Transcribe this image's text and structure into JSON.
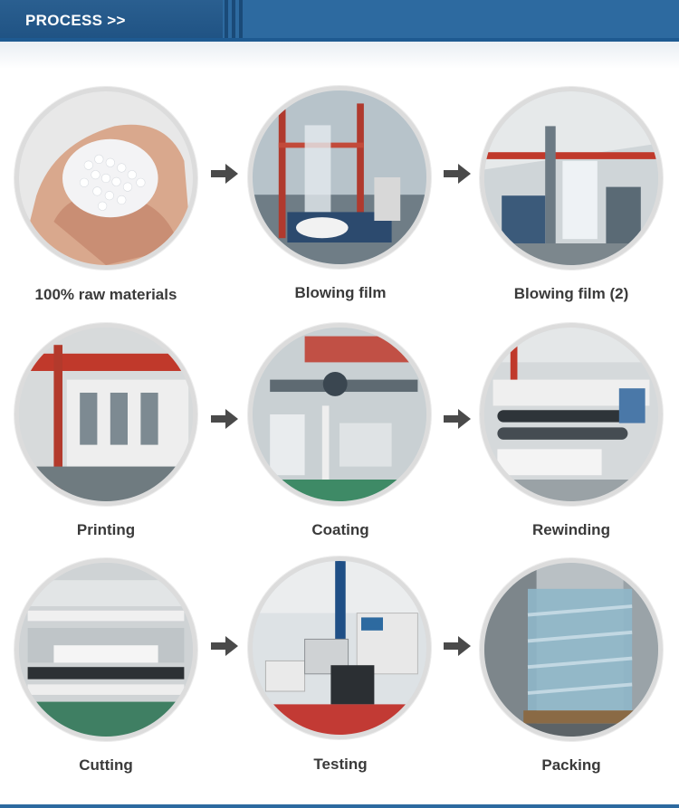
{
  "header": {
    "title": "PROCESS >>"
  },
  "steps": [
    {
      "label": "100% raw materials",
      "image": "plastic-pellets-in-hands-photo"
    },
    {
      "label": "Blowing film",
      "image": "blown-film-machine-photo"
    },
    {
      "label": "Blowing film (2)",
      "image": "blown-film-tower-photo"
    },
    {
      "label": "Printing",
      "image": "printing-machine-photo"
    },
    {
      "label": "Coating",
      "image": "coating-machine-photo"
    },
    {
      "label": "Rewinding",
      "image": "rewinding-machine-photo"
    },
    {
      "label": "Cutting",
      "image": "cutting-machine-photo"
    },
    {
      "label": "Testing",
      "image": "testing-equipment-photo"
    },
    {
      "label": "Packing",
      "image": "wrapped-pallet-photo"
    }
  ],
  "colors": {
    "header": "#2d6aa0",
    "arrow": "#4a4a4a",
    "label": "#3a3a3a"
  }
}
